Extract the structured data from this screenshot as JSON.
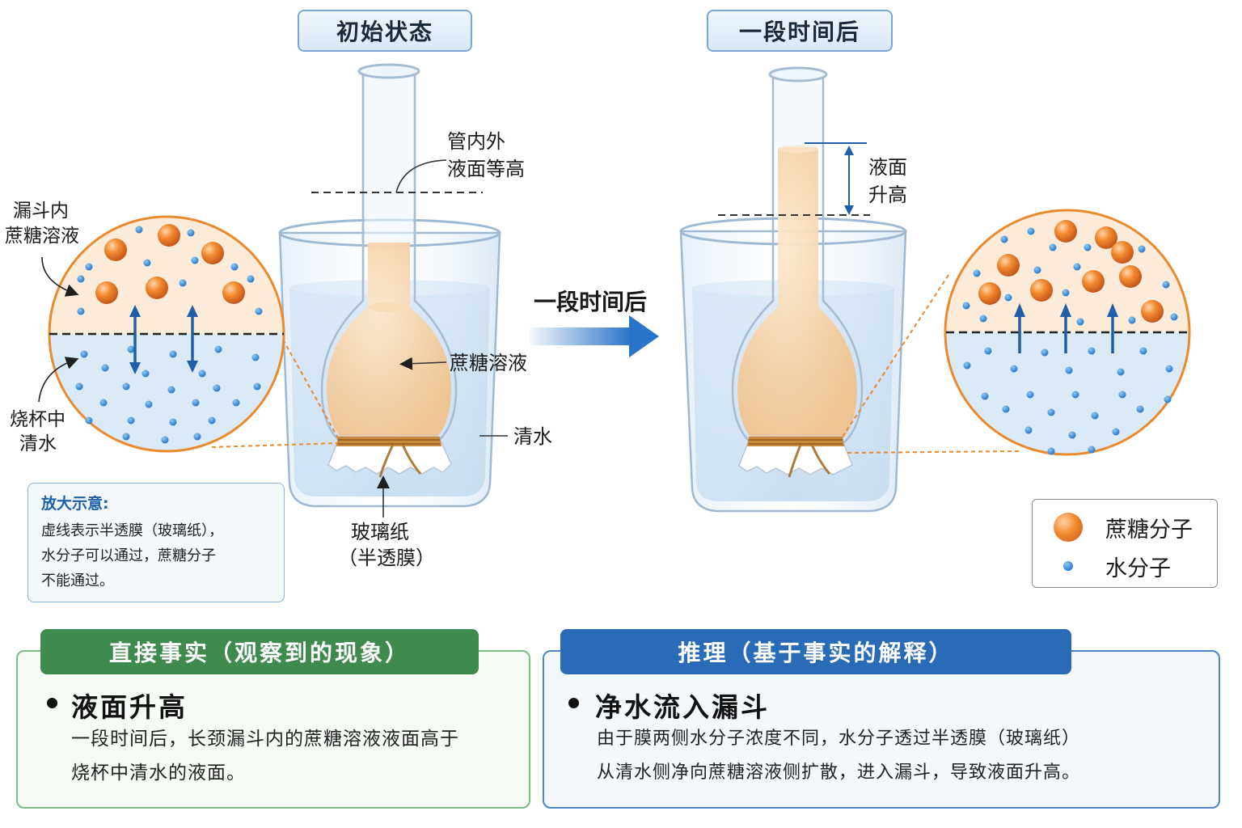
{
  "titles": {
    "initial": "初始状态",
    "after": "一段时间后"
  },
  "left_labels": {
    "funnel_solution_line1": "漏斗内",
    "funnel_solution_line2": "蔗糖溶液",
    "beaker_water_line1": "烧杯中",
    "beaker_water_line2": "清水"
  },
  "initial_labels": {
    "level_line1": "管内外",
    "level_line2": "液面等高",
    "sucrose_solution": "蔗糖溶液",
    "clear_water": "清水",
    "cellophane_line1": "玻璃纸",
    "cellophane_line2": "（半透膜）"
  },
  "arrow_label": "一段时间后",
  "after_labels": {
    "rise_line1": "液面",
    "rise_line2": "升高"
  },
  "note": {
    "title": "放大示意:",
    "lines": [
      "虚线表示半透膜（玻璃纸），",
      "水分子可以通过，蔗糖分子",
      "不能通过。"
    ]
  },
  "legend": {
    "sucrose": "蔗糖分子",
    "water": "水分子"
  },
  "fact": {
    "header": "直接事实（观察到的现象）",
    "point": "液面升高",
    "lines": [
      "一段时间后，长颈漏斗内的蔗糖溶液液面高于",
      "烧杯中清水的液面。"
    ]
  },
  "inference": {
    "header": "推理（基于事实的解释）",
    "point": "净水流入漏斗",
    "lines": [
      "由于膜两侧水分子浓度不同，水分子透过半透膜（玻璃纸）",
      "从清水侧净向蔗糖溶液侧扩散，进入漏斗，导致液面升高。"
    ]
  },
  "colors": {
    "sucrose": "#f28a2e",
    "water_molecule": "#2e7fd0",
    "solution": "#f7d6ae",
    "water": "#cfe3f5",
    "green_header": "#3f8a4d",
    "blue_header": "#2a6bb8"
  }
}
